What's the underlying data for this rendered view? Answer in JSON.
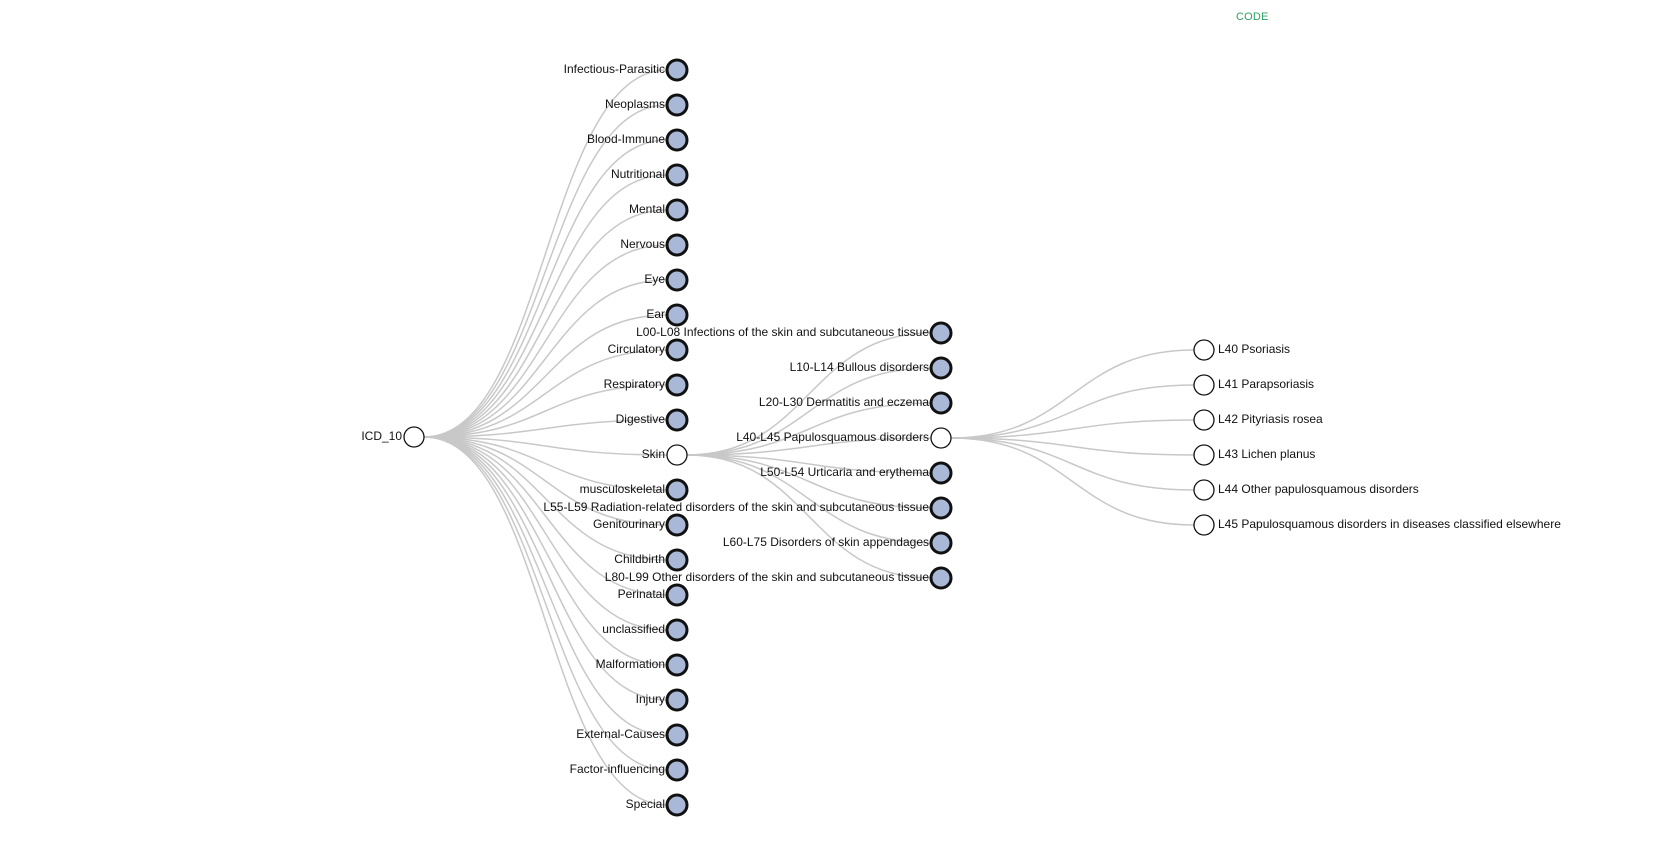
{
  "header": {
    "code_link": "CODE"
  },
  "tree": {
    "name": "ICD_10",
    "expanded": true,
    "children": [
      {
        "name": "Infectious-Parasitic",
        "collapsed": true
      },
      {
        "name": "Neoplasms",
        "collapsed": true
      },
      {
        "name": "Blood-Immune",
        "collapsed": true
      },
      {
        "name": "Nutritional",
        "collapsed": true
      },
      {
        "name": "Mental",
        "collapsed": true
      },
      {
        "name": "Nervous",
        "collapsed": true
      },
      {
        "name": "Eye",
        "collapsed": true
      },
      {
        "name": "Ear",
        "collapsed": true
      },
      {
        "name": "Circulatory",
        "collapsed": true
      },
      {
        "name": "Respiratory",
        "collapsed": true
      },
      {
        "name": "Digestive",
        "collapsed": true
      },
      {
        "name": "Skin",
        "expanded": true,
        "children": [
          {
            "name": "L00-L08 Infections of the skin and subcutaneous tissue",
            "collapsed": true
          },
          {
            "name": "L10-L14 Bullous disorders",
            "collapsed": true
          },
          {
            "name": "L20-L30 Dermatitis and eczema",
            "collapsed": true
          },
          {
            "name": "L40-L45 Papulosquamous disorders",
            "expanded": true,
            "children": [
              {
                "name": "L40 Psoriasis"
              },
              {
                "name": "L41 Parapsoriasis"
              },
              {
                "name": "L42 Pityriasis rosea"
              },
              {
                "name": "L43 Lichen planus"
              },
              {
                "name": "L44 Other papulosquamous disorders"
              },
              {
                "name": "L45 Papulosquamous disorders in diseases classified elsewhere"
              }
            ]
          },
          {
            "name": "L50-L54 Urticaria and erythema",
            "collapsed": true
          },
          {
            "name": "L55-L59 Radiation-related disorders of the skin and subcutaneous tissue",
            "collapsed": true
          },
          {
            "name": "L60-L75 Disorders of skin appendages",
            "collapsed": true
          },
          {
            "name": "L80-L99 Other disorders of the skin and subcutaneous tissue",
            "collapsed": true
          }
        ]
      },
      {
        "name": "musculoskeletal",
        "collapsed": true
      },
      {
        "name": "Genitourinary",
        "collapsed": true
      },
      {
        "name": "Childbirth",
        "collapsed": true
      },
      {
        "name": "Perinatal",
        "collapsed": true
      },
      {
        "name": "unclassified",
        "collapsed": true
      },
      {
        "name": "Malformation",
        "collapsed": true
      },
      {
        "name": "Injury",
        "collapsed": true
      },
      {
        "name": "External-Causes",
        "collapsed": true
      },
      {
        "name": "Factor-influencing",
        "collapsed": true
      },
      {
        "name": "Special",
        "collapsed": true
      }
    ]
  }
}
